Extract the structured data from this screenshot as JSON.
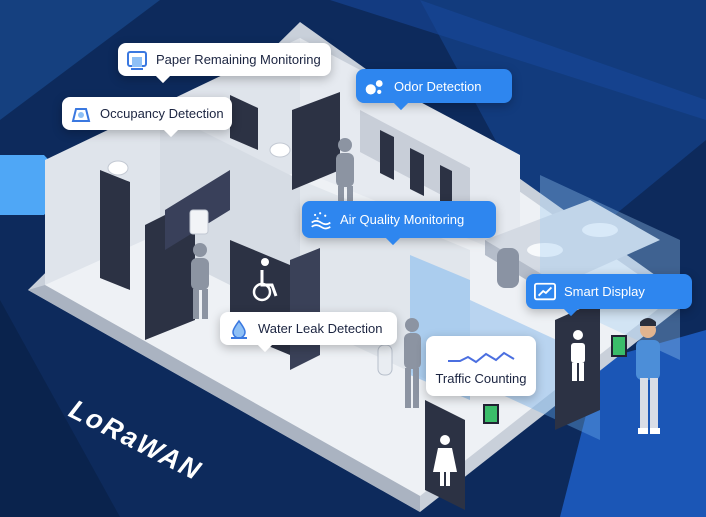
{
  "labels": {
    "paper": "Paper Remaining Monitoring",
    "occupancy": "Occupancy Detection",
    "odor": "Odor Detection",
    "air_quality": "Air Quality Monitoring",
    "smart_display": "Smart Display",
    "water_leak": "Water Leak Detection",
    "traffic": "Traffic Counting"
  },
  "brand": {
    "text": "LoRaWAN"
  },
  "icons": {
    "paper": "paper-towel-dispenser-icon",
    "occupancy": "occupancy-sensor-icon",
    "odor": "odor-bubbles-icon",
    "air_quality": "air-waves-icon",
    "smart_display": "chart-display-icon",
    "water_leak": "water-drop-icon",
    "traffic": "wave-line-icon"
  },
  "colors": {
    "background": "#0d2a5c",
    "accent_blue": "#2e86ef",
    "floor": "#e8ecf2",
    "stall": "#2c3244"
  }
}
